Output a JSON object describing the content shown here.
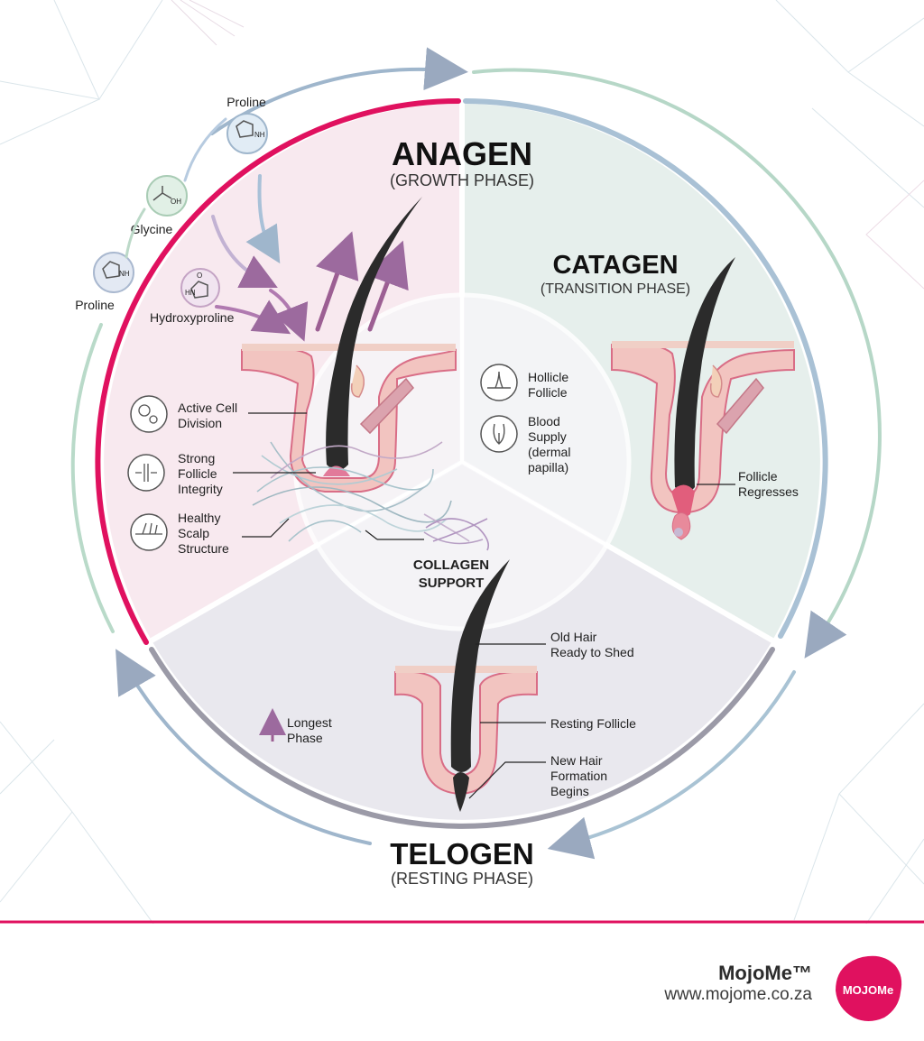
{
  "phases": {
    "anagen": {
      "title": "ANAGEN",
      "subtitle": "(GROWTH PHASE)"
    },
    "catagen": {
      "title": "CATAGEN",
      "subtitle": "(TRANSITION PHASE)"
    },
    "telogen": {
      "title": "TELOGEN",
      "subtitle": "(RESTING PHASE)"
    }
  },
  "amino_acids": {
    "proline_top": "Proline",
    "glycine": "Glycine",
    "proline_left": "Proline",
    "hydroxyproline": "Hydroxyproline",
    "glyph_nh": "NH",
    "glyph_oh": "OH",
    "glyph_hn": "HN",
    "glyph_o": "O"
  },
  "anagen_labels": {
    "cell_division": [
      "Active Cell",
      "Division"
    ],
    "follicle_integrity": [
      "Strong",
      "Follicle",
      "Integrity"
    ],
    "scalp_structure": [
      "Healthy",
      "Scalp",
      "Structure"
    ]
  },
  "center": {
    "hollicle": [
      "Hollicle",
      "Follicle"
    ],
    "blood": [
      "Blood",
      "Supply",
      "(dermal",
      "papilla)"
    ],
    "collagen": [
      "COLLAGEN",
      "SUPPORT"
    ]
  },
  "catagen_labels": {
    "regresses": [
      "Follicle",
      "Regresses"
    ]
  },
  "telogen_labels": {
    "old_hair": [
      "Old Hair",
      "Ready to Shed"
    ],
    "resting": "Resting Follicle",
    "new_hair": [
      "New Hair",
      "Formation",
      "Begins"
    ],
    "longest": [
      "Longest",
      "Phase"
    ]
  },
  "brand": {
    "name": "MojoMe™",
    "url": "www.mojome.co.za",
    "logo_text": "MOJOMe"
  },
  "colors": {
    "accent": "#e0115f",
    "anagen_bg": "#f8e9ef",
    "catagen_bg": "#e6efec",
    "telogen_bg": "#e9e8ee",
    "hair": "#2b2b2b",
    "skin": "#f2c4c0",
    "collagen": "#a9c4cc"
  }
}
